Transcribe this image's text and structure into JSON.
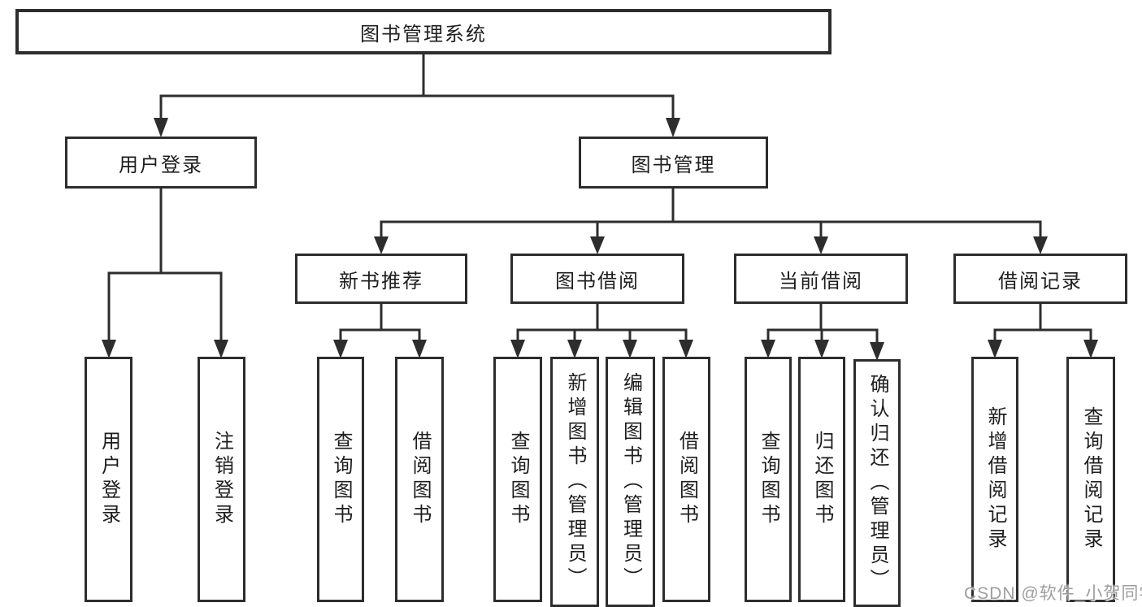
{
  "diagram": {
    "title": "图书管理系统",
    "branches": [
      {
        "label": "用户登录",
        "children": [
          {
            "label": "用户登录"
          },
          {
            "label": "注销登录"
          }
        ]
      },
      {
        "label": "图书管理",
        "children": [
          {
            "label": "新书推荐",
            "children": [
              {
                "label": "查询图书"
              },
              {
                "label": "借阅图书"
              }
            ]
          },
          {
            "label": "图书借阅",
            "children": [
              {
                "label": "查询图书"
              },
              {
                "label": "新增图书（管理员）"
              },
              {
                "label": "编辑图书（管理员）"
              },
              {
                "label": "借阅图书"
              }
            ]
          },
          {
            "label": "当前借阅",
            "children": [
              {
                "label": "查询图书"
              },
              {
                "label": "归还图书"
              },
              {
                "label": "确认归还（管理员）"
              }
            ]
          },
          {
            "label": "借阅记录",
            "children": [
              {
                "label": "新增借阅记录"
              },
              {
                "label": "查询借阅记录"
              }
            ]
          }
        ]
      }
    ]
  },
  "colors": {
    "line": "#2d2d2d",
    "text": "#1e1e1e",
    "background": "#ffffff",
    "watermark": "#949494"
  },
  "watermark": "CSDN @软件_小贺同学"
}
